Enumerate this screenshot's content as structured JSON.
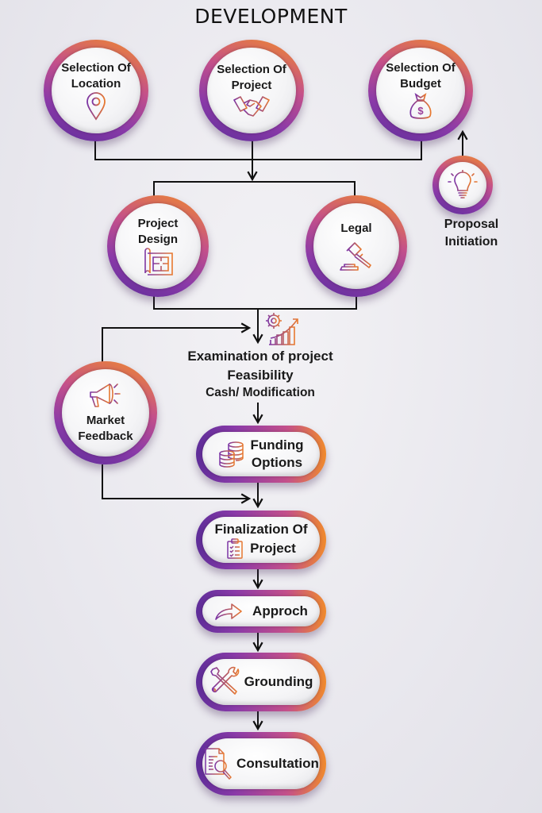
{
  "title": "DEVELOPMENT",
  "colors": {
    "gradient_start": "#5e2d99",
    "gradient_mid": "#c4508a",
    "gradient_end": "#f08a2c",
    "connector": "#111111"
  },
  "nodes": {
    "location": {
      "line1": "Selection Of",
      "line2": "Location",
      "icon": "location-pin-icon"
    },
    "project": {
      "line1": "Selection Of",
      "line2": "Project",
      "icon": "handshake-icon"
    },
    "budget": {
      "line1": "Selection Of",
      "line2": "Budget",
      "icon": "money-bag-icon"
    },
    "proposal": {
      "line1": "Proposal",
      "line2": "Initiation",
      "icon": "lightbulb-icon"
    },
    "design": {
      "line1": "Project",
      "line2": "Design",
      "icon": "blueprint-icon"
    },
    "legal": {
      "line1": "Legal",
      "icon": "gavel-icon"
    },
    "examination": {
      "line1": "Examination of project",
      "line2": "Feasibility",
      "line3": "Cash/ Modification",
      "icon": "gear-growth-chart-icon"
    },
    "market": {
      "line1": "Market",
      "line2": "Feedback",
      "icon": "megaphone-icon"
    },
    "funding": {
      "line1": "Funding",
      "line2": "Options",
      "icon": "coins-stack-icon"
    },
    "finalization": {
      "line1": "Finalization Of",
      "line2": "Project",
      "icon": "clipboard-checklist-icon"
    },
    "approach": {
      "line1": "Approch",
      "icon": "forward-arrow-icon"
    },
    "grounding": {
      "line1": "Grounding",
      "icon": "wrench-tools-icon"
    },
    "consultation": {
      "line1": "Consultation",
      "icon": "document-search-icon"
    }
  }
}
